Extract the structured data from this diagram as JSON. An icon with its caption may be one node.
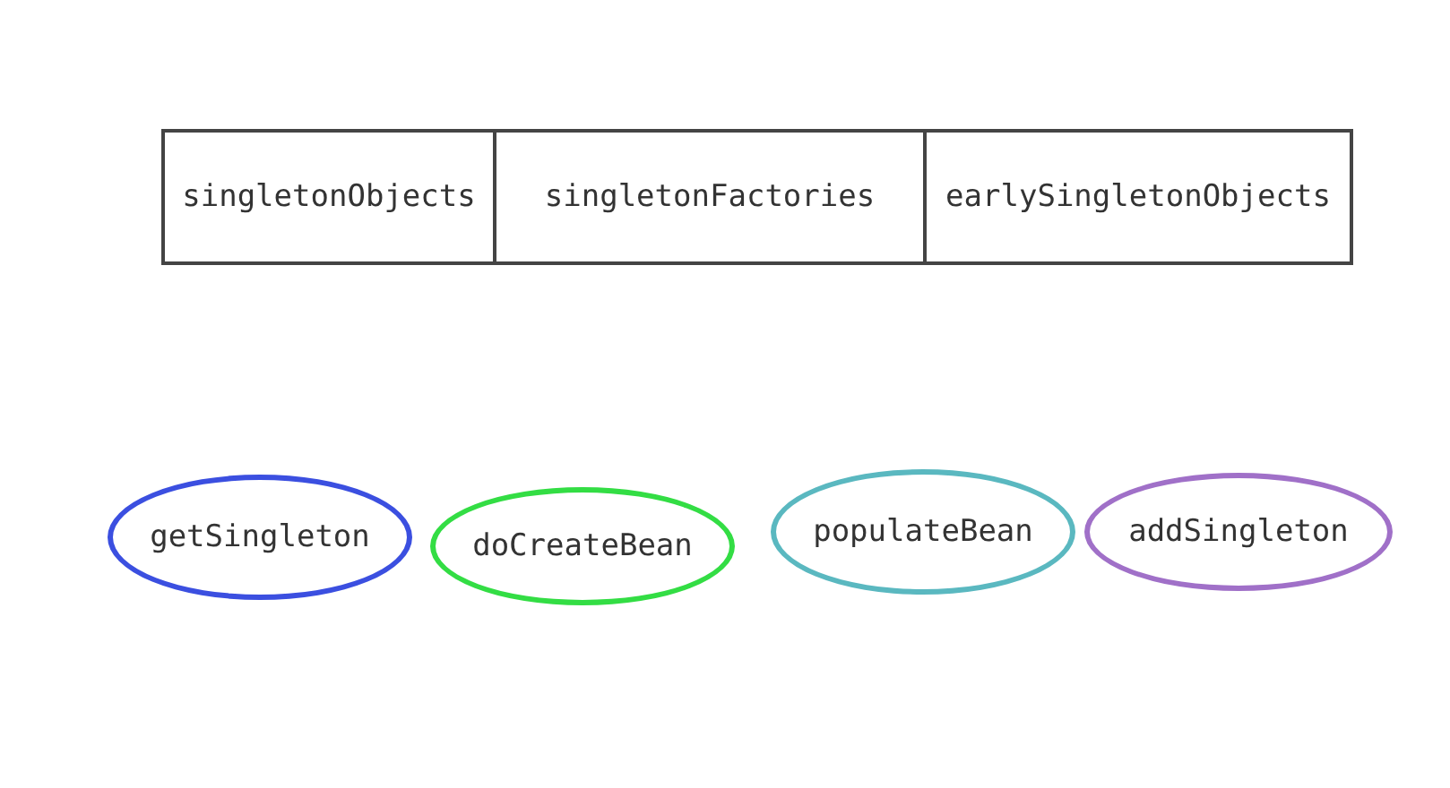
{
  "diagram": {
    "nodes": [
      {
        "text": [
          "getSingleton"
        ]
      },
      {
        "text": [
          "doCreateBean"
        ]
      },
      {
        "text": [
          "populateBean"
        ]
      },
      {
        "text": [
          "addSingleton"
        ]
      }
    ],
    "labels": [
      "singletonObjects",
      "singletonFactories",
      "earlySingletonObjects"
    ]
  }
}
